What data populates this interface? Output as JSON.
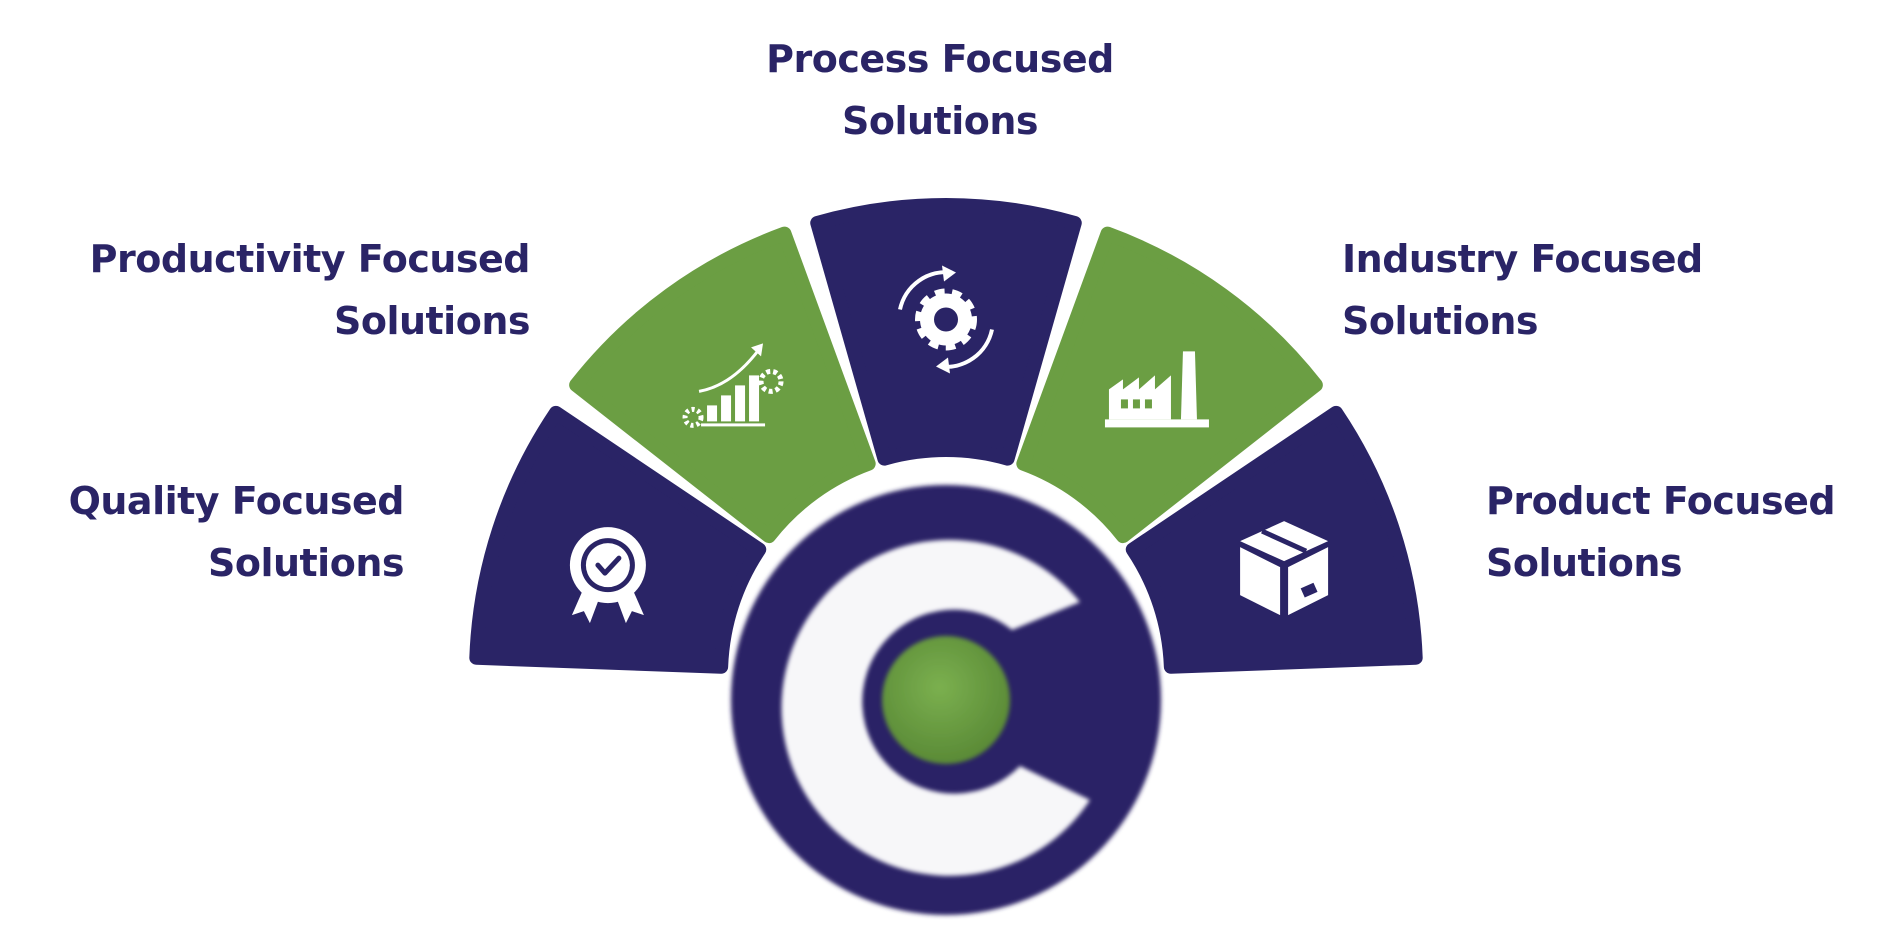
{
  "segments": [
    {
      "id": "quality",
      "line1": "Quality Focused",
      "line2": "Solutions",
      "icon": "award-badge-icon",
      "color": "#2a2466"
    },
    {
      "id": "productivity",
      "line1": "Productivity Focused",
      "line2": "Solutions",
      "icon": "growth-chart-icon",
      "color": "#6b9e43"
    },
    {
      "id": "process",
      "line1": "Process Focused",
      "line2": "Solutions",
      "icon": "gear-cycle-icon",
      "color": "#2a2466"
    },
    {
      "id": "industry",
      "line1": "Industry Focused",
      "line2": "Solutions",
      "icon": "factory-icon",
      "color": "#6b9e43"
    },
    {
      "id": "product",
      "line1": "Product Focused",
      "line2": "Solutions",
      "icon": "package-box-icon",
      "color": "#2a2466"
    }
  ],
  "logo": {
    "icon": "company-logo-c",
    "ring_color": "#2a2466",
    "center_color": "#6b9e43"
  },
  "colors": {
    "navy": "#2a2466",
    "green": "#6b9e43",
    "text": "#2a2466"
  }
}
